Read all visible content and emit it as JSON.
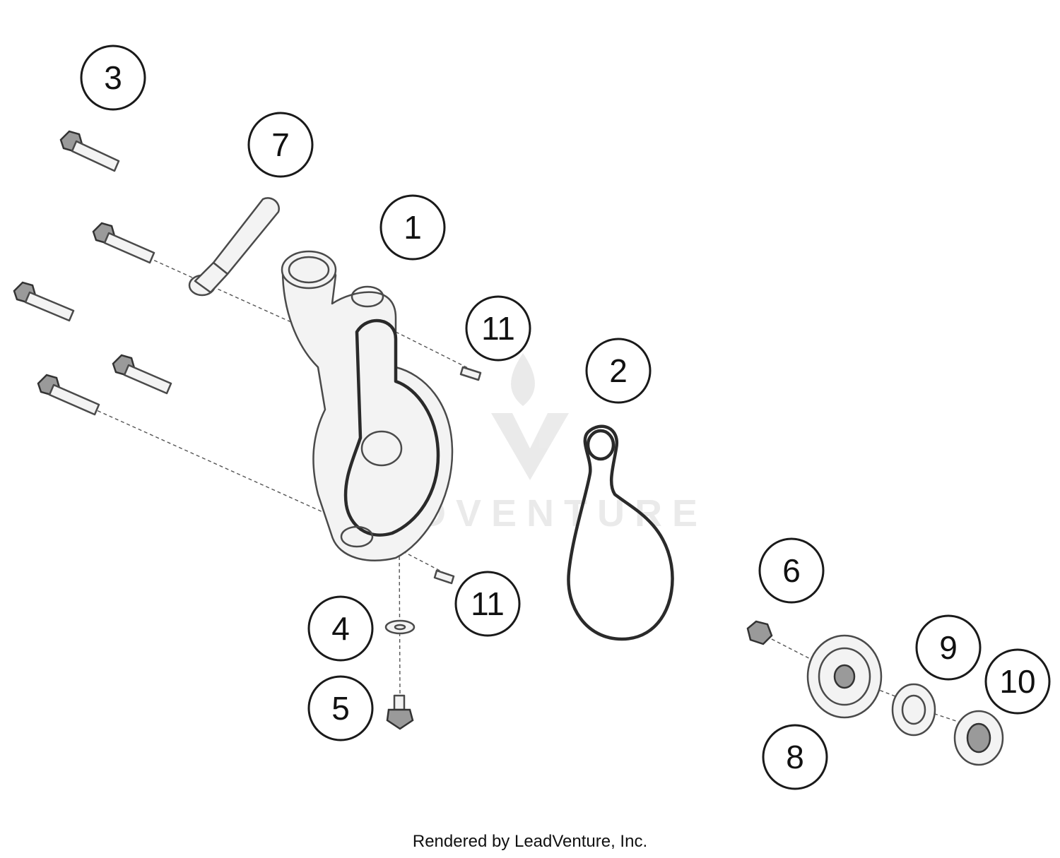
{
  "callouts": [
    {
      "label": "1"
    },
    {
      "label": "2"
    },
    {
      "label": "3"
    },
    {
      "label": "4"
    },
    {
      "label": "5"
    },
    {
      "label": "6"
    },
    {
      "label": "7"
    },
    {
      "label": "8"
    },
    {
      "label": "9"
    },
    {
      "label": "10"
    },
    {
      "label": "11"
    },
    {
      "label": "11"
    }
  ],
  "watermark": {
    "text": "ADVENTURE"
  },
  "credit": "Rendered by LeadVenture, Inc."
}
